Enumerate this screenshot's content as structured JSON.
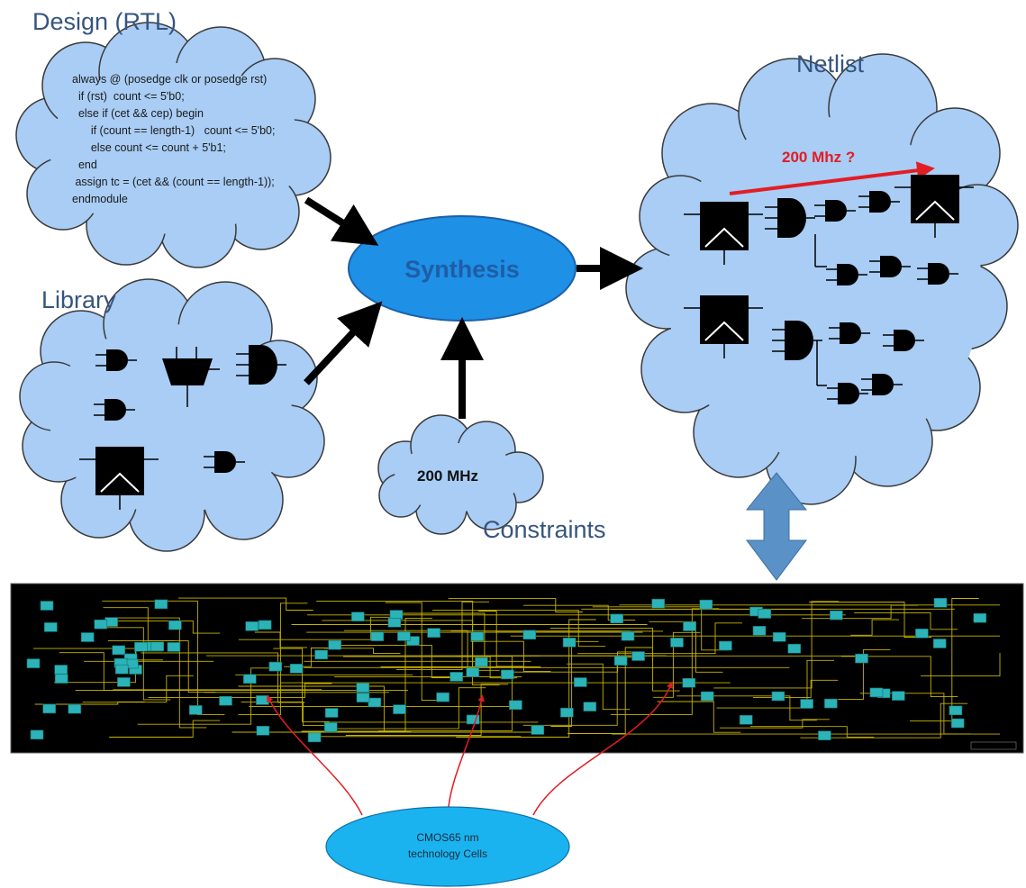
{
  "titles": {
    "design": "Design (RTL)",
    "library": "Library",
    "netlist": "Netlist",
    "constraints": "Constraints"
  },
  "rtl_code": [
    "always @ (posedge clk or posedge rst)",
    "  if (rst)  count <= 5'b0;",
    "  else if (cet && cep) begin",
    "      if (count == length-1)   count <= 5'b0;",
    "      else count <= count + 5'b1;",
    "  end",
    " assign tc = (cet && (count == length-1));",
    "endmodule"
  ],
  "synthesis_label": "Synthesis",
  "constraint_value": "200 MHz",
  "timing_question": "200 Mhz ?",
  "cells_label_line1": "CMOS65 nm",
  "cells_label_line2": "technology Cells",
  "colors": {
    "cloud_fill": "#a9cdf5",
    "cloud_stroke": "#3a3a3a",
    "synthesis_fill": "#1e90e6",
    "synthesis_text": "#1f5da6",
    "title_text": "#35557f",
    "red_arrow": "#e21d23",
    "double_arrow": "#5a92c8",
    "schematic_bg": "#000000",
    "schematic_wire": "#c8b400",
    "schematic_cell": "#2bb3b8",
    "cells_fill": "#1ab3f0"
  }
}
